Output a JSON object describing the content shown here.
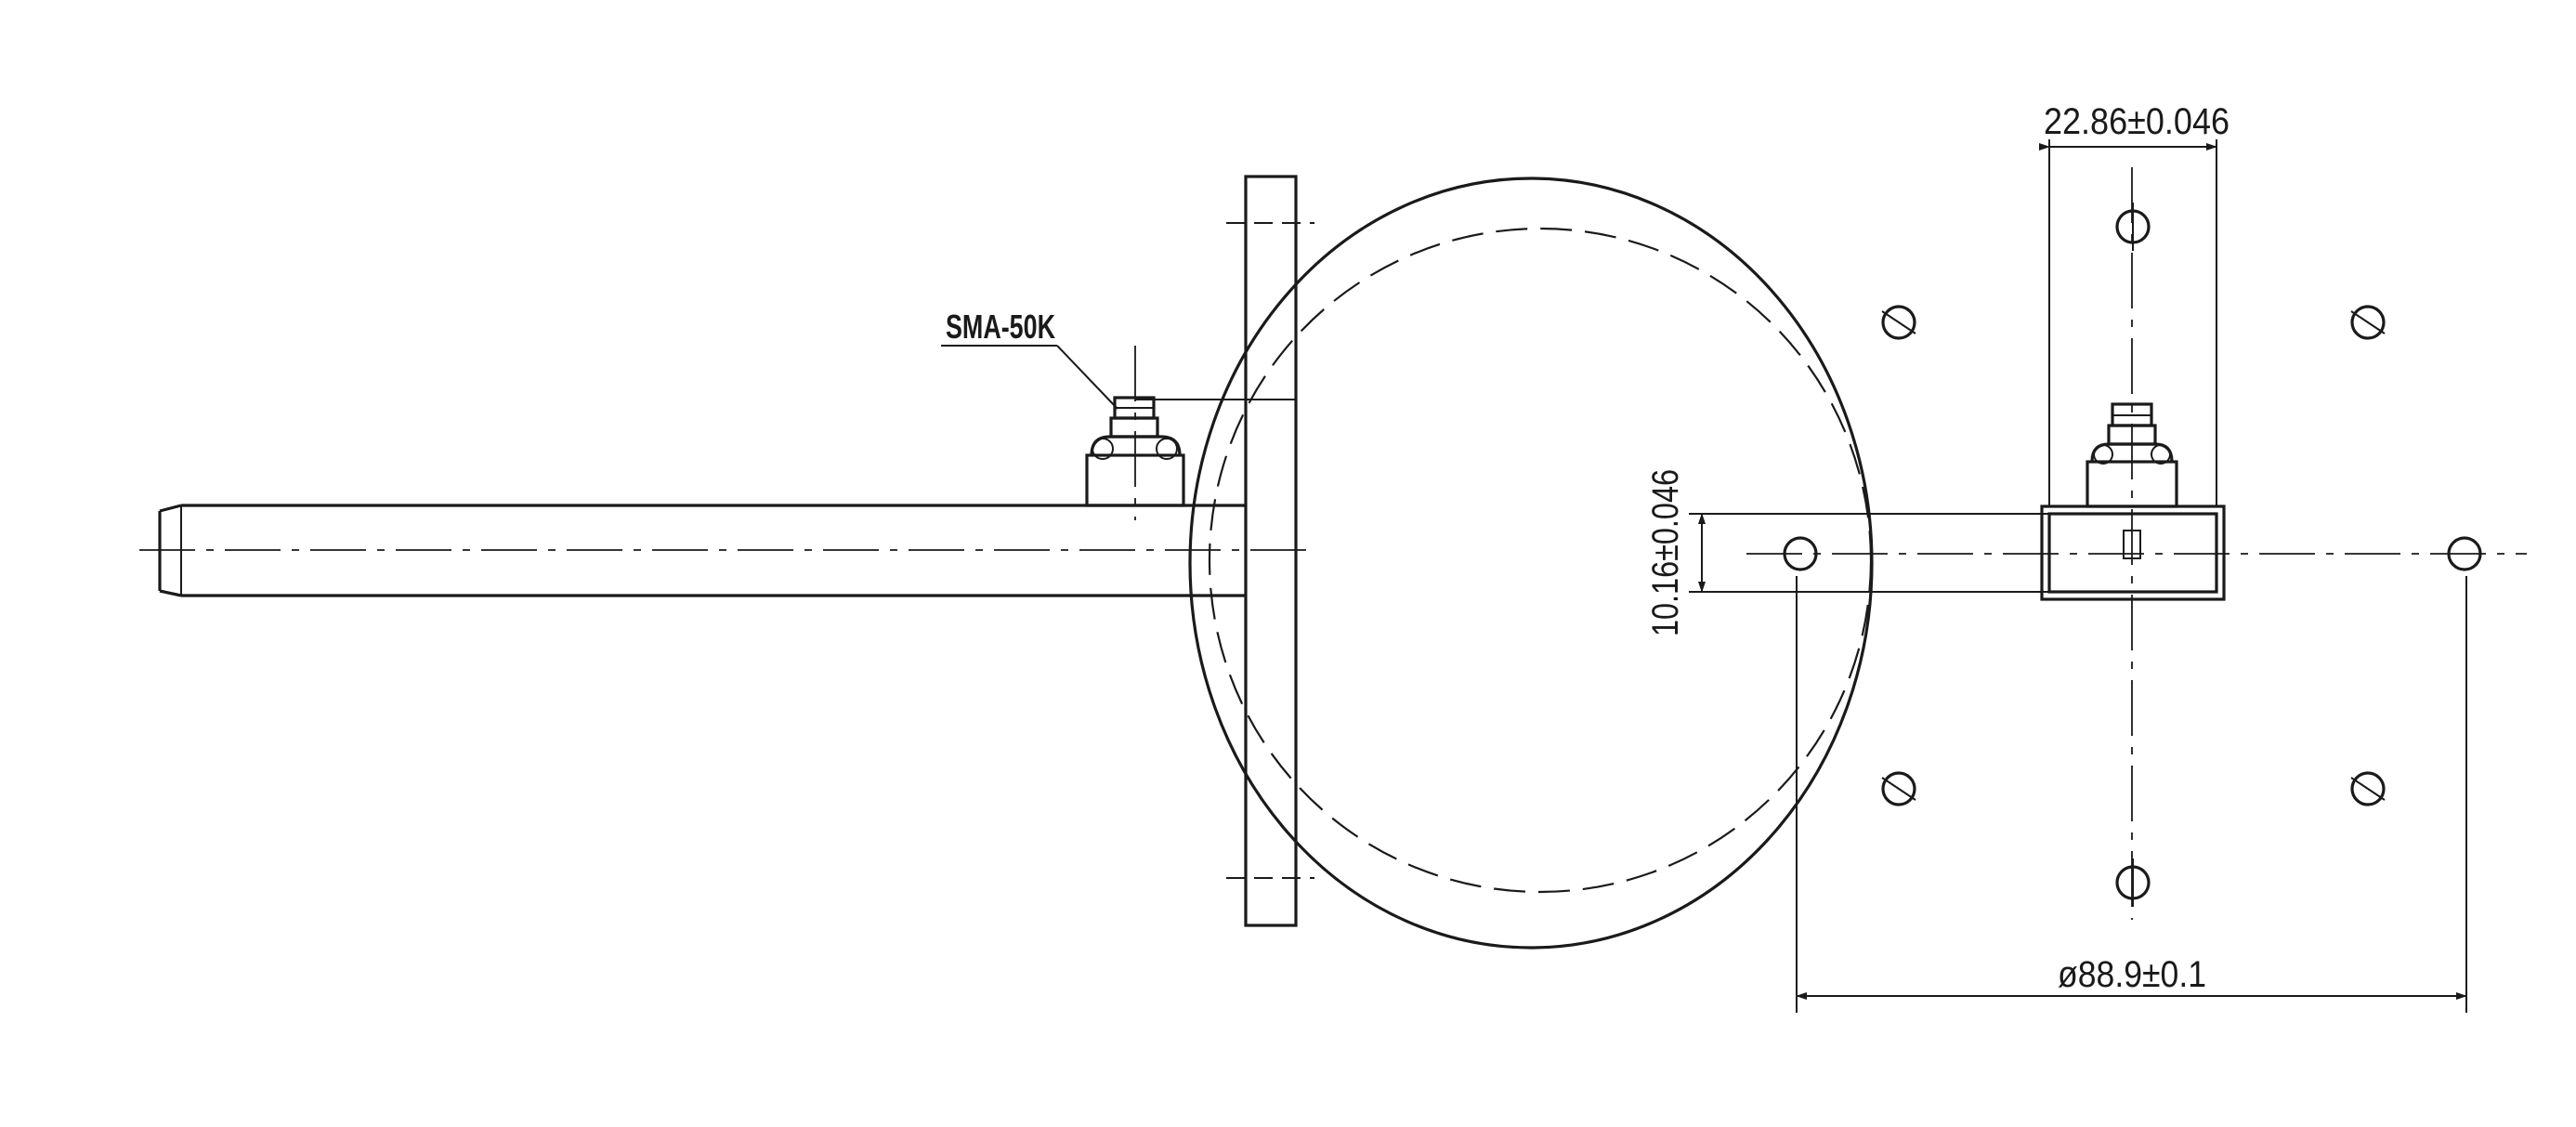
{
  "labels": {
    "connector": "SMA-50K",
    "width_dim": "22.86±0.046",
    "height_dim": "10.16±0.046",
    "diameter_dim": "ø88.9±0.1"
  },
  "colors": {
    "line": "#1a1a1a",
    "paper": "#ffffff"
  }
}
